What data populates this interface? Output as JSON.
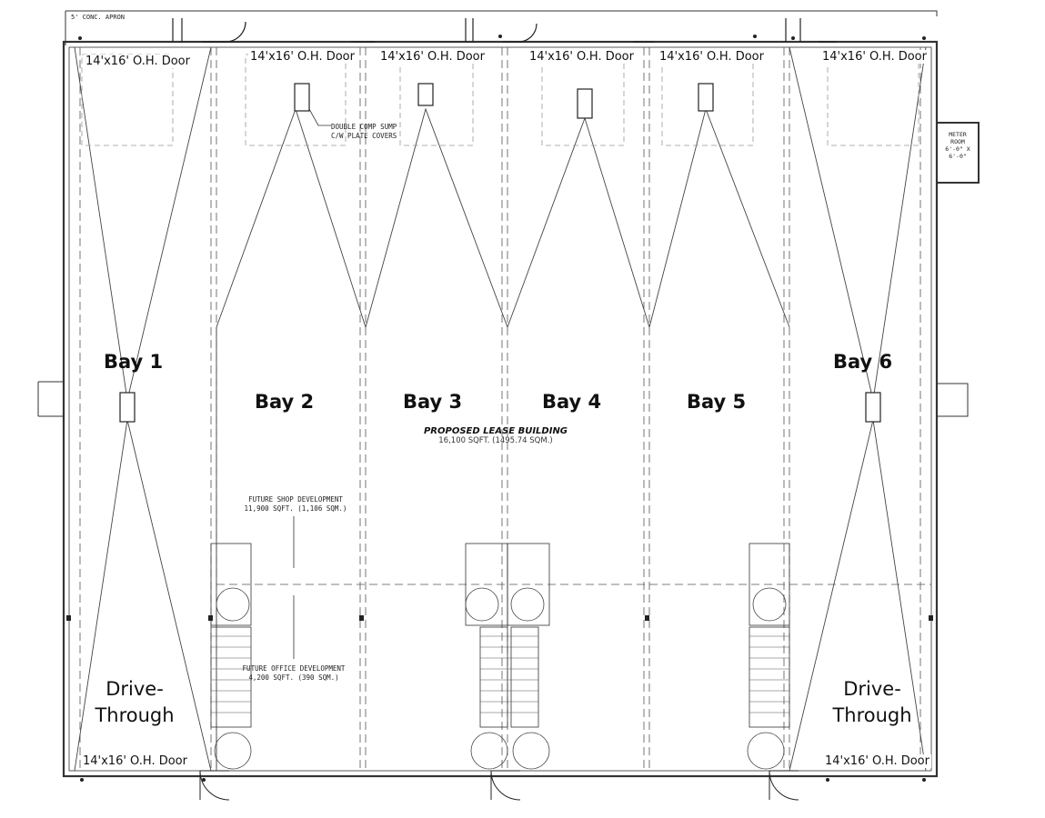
{
  "apron_label": "5' CONC. APRON",
  "doors": {
    "top": [
      "14'x16' O.H. Door",
      "14'x16' O.H. Door",
      "14'x16' O.H. Door",
      "14'x16' O.H. Door",
      "14'x16' O.H. Door",
      "14'x16' O.H. Door"
    ],
    "bottom": [
      "14'x16' O.H. Door",
      "14'x16' O.H. Door"
    ]
  },
  "bays": [
    "Bay 1",
    "Bay 2",
    "Bay 3",
    "Bay 4",
    "Bay 5",
    "Bay 6"
  ],
  "drive_through": {
    "line1": "Drive-",
    "line2": "Through"
  },
  "sump_note": {
    "line1": "DOUBLE COMP SUMP",
    "line2": "C/W PLATE COVERS"
  },
  "meter_room": {
    "line1": "METER",
    "line2": "ROOM",
    "line3": "6'-0\" X",
    "line4": "6'-0\""
  },
  "building": {
    "title": "PROPOSED LEASE BUILDING",
    "area": "16,100 SQFT. (1495.74 SQM.)"
  },
  "future_shop": {
    "line1": "FUTURE SHOP DEVELOPMENT",
    "line2": "11,900 SQFT. (1,106 SQM.)"
  },
  "future_office": {
    "line1": "FUTURE OFFICE DEVELOPMENT",
    "line2": "4,200 SQFT. (390 SQM.)"
  }
}
